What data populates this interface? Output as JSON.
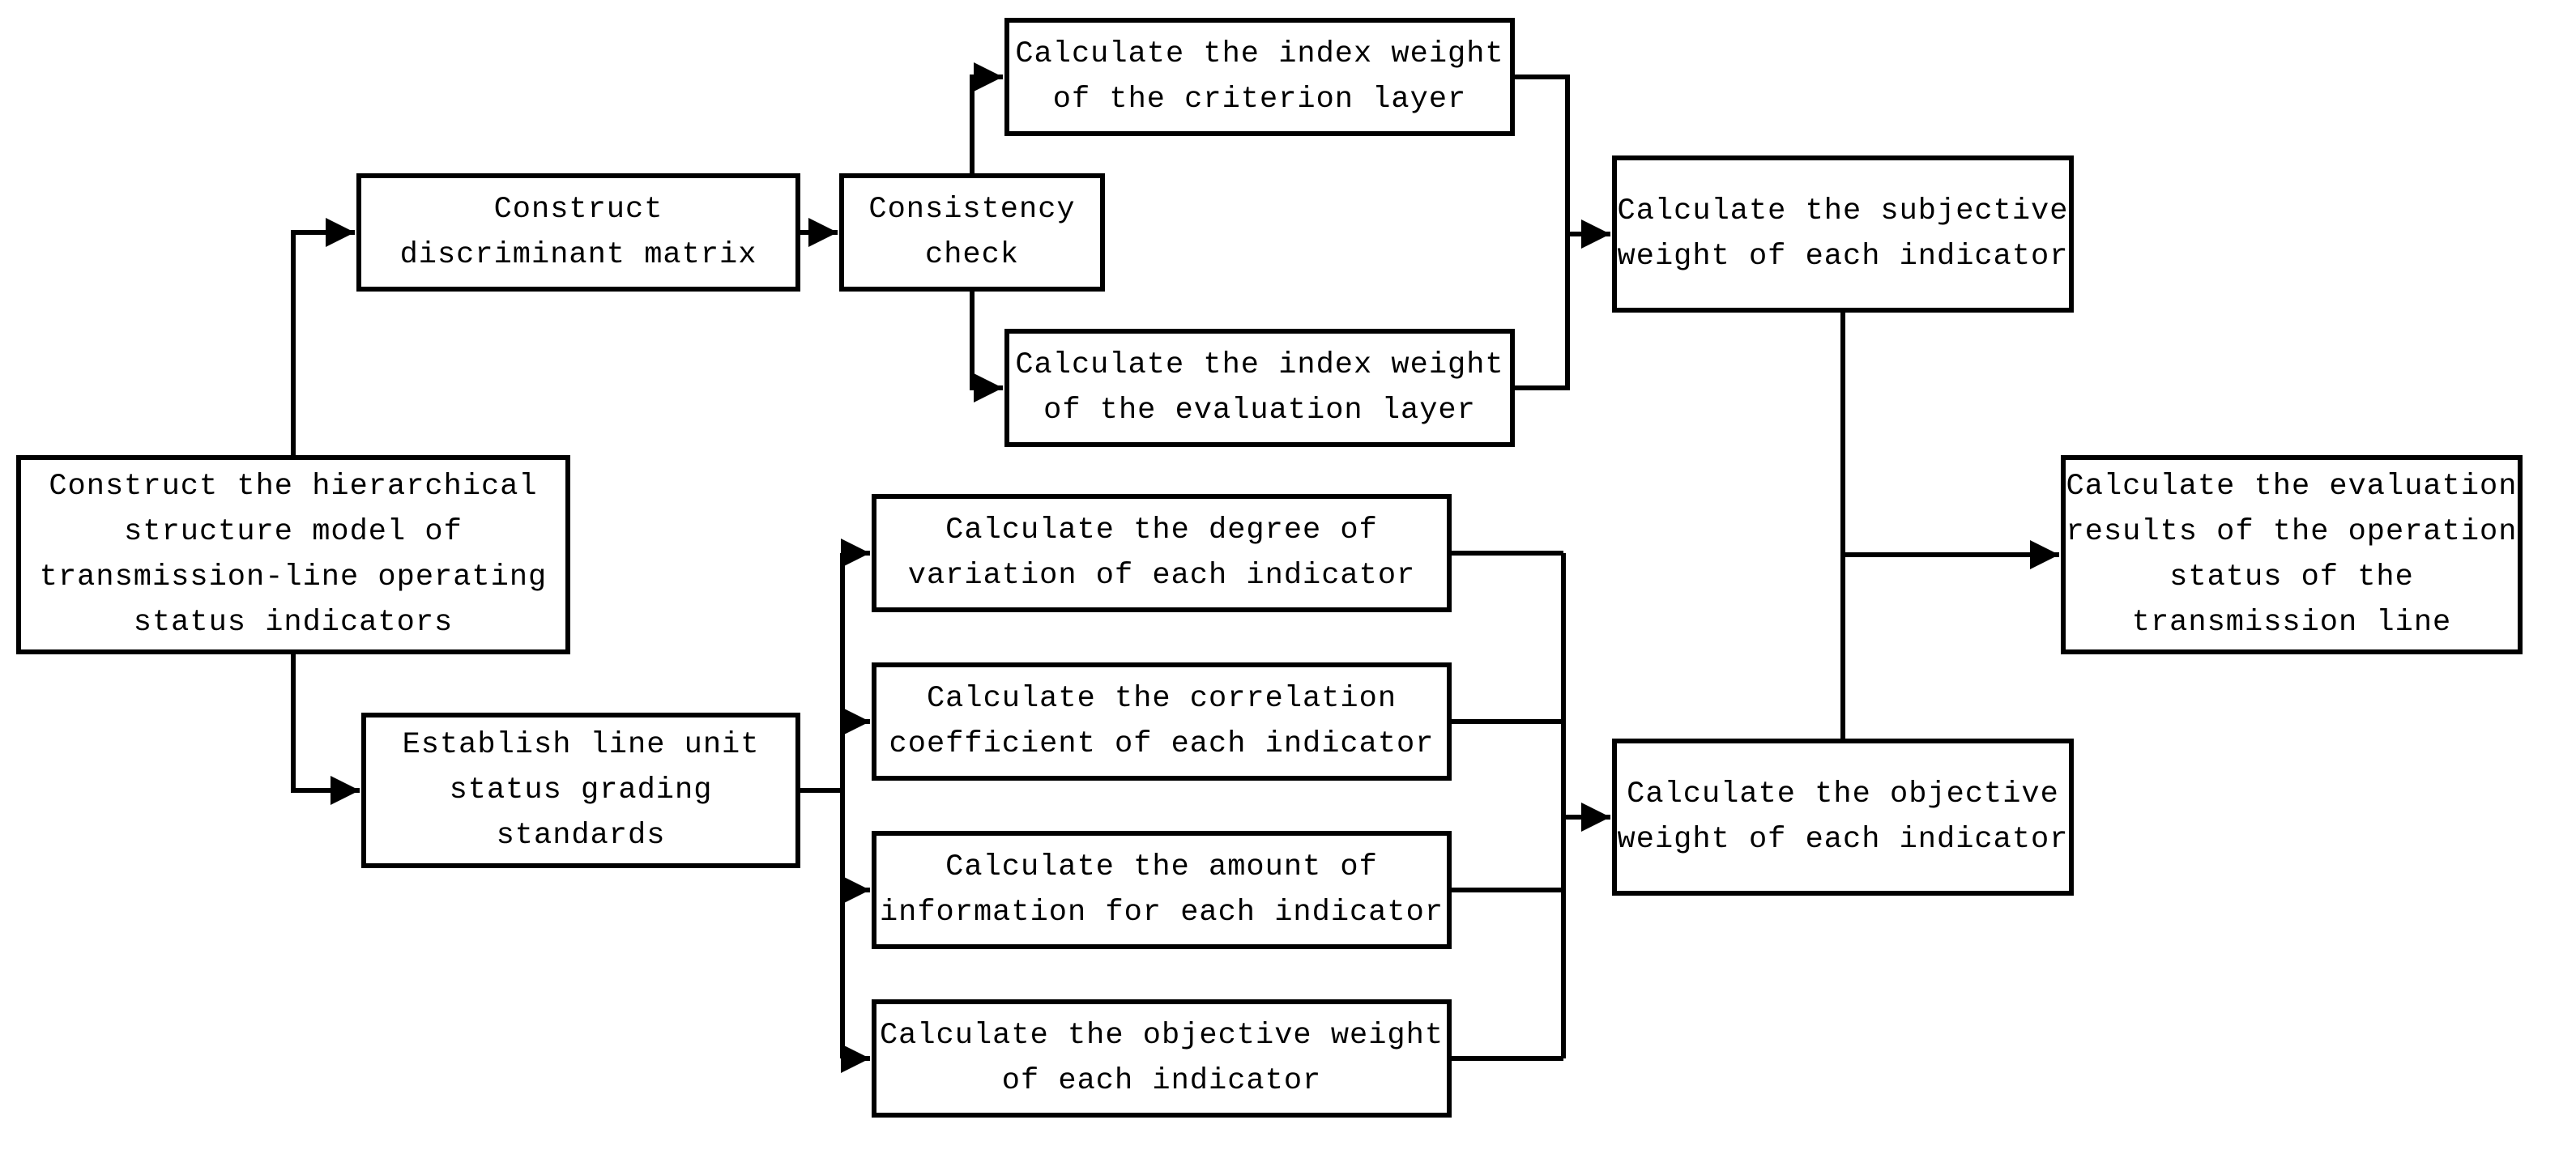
{
  "diagram": {
    "type": "flowchart",
    "background_color": "#ffffff",
    "line_color": "#000000",
    "nodes": [
      {
        "id": "hierarchy",
        "lines": [
          "Construct the hierarchical",
          "structure model of",
          "transmission-line operating",
          "status indicators"
        ]
      },
      {
        "id": "discriminant",
        "lines": [
          "Construct",
          "discriminant matrix"
        ]
      },
      {
        "id": "consistency",
        "lines": [
          "Consistency",
          "check"
        ]
      },
      {
        "id": "criterion",
        "lines": [
          "Calculate the index weight",
          "of the criterion layer"
        ]
      },
      {
        "id": "evallayer",
        "lines": [
          "Calculate the index weight",
          "of the evaluation layer"
        ]
      },
      {
        "id": "subjective",
        "lines": [
          "Calculate the subjective",
          "weight of each indicator"
        ]
      },
      {
        "id": "establish",
        "lines": [
          "Establish line unit",
          "status grading",
          "standards"
        ]
      },
      {
        "id": "degree",
        "lines": [
          "Calculate the degree of",
          "variation of each indicator"
        ]
      },
      {
        "id": "correlation",
        "lines": [
          "Calculate the correlation",
          "coefficient of each indicator"
        ]
      },
      {
        "id": "amount",
        "lines": [
          "Calculate the amount of",
          "information for each indicator"
        ]
      },
      {
        "id": "objsmall",
        "lines": [
          "Calculate the objective weight",
          "of each indicator"
        ]
      },
      {
        "id": "objright",
        "lines": [
          "Calculate the objective",
          "weight of each indicator"
        ]
      },
      {
        "id": "evalresults",
        "lines": [
          "Calculate the evaluation",
          "results of the operation",
          "status of the",
          "transmission line"
        ]
      }
    ],
    "edges": [
      {
        "from": "hierarchy",
        "to": "discriminant"
      },
      {
        "from": "hierarchy",
        "to": "establish"
      },
      {
        "from": "discriminant",
        "to": "consistency"
      },
      {
        "from": "consistency",
        "to": "criterion"
      },
      {
        "from": "consistency",
        "to": "evallayer"
      },
      {
        "from": "criterion",
        "to": "subjective"
      },
      {
        "from": "evallayer",
        "to": "subjective"
      },
      {
        "from": "subjective",
        "to": "evalresults"
      },
      {
        "from": "objright",
        "to": "evalresults"
      },
      {
        "from": "establish",
        "to": "degree"
      },
      {
        "from": "establish",
        "to": "correlation"
      },
      {
        "from": "establish",
        "to": "amount"
      },
      {
        "from": "establish",
        "to": "objsmall"
      },
      {
        "from": "degree",
        "to": "objright"
      },
      {
        "from": "correlation",
        "to": "objright"
      },
      {
        "from": "amount",
        "to": "objright"
      },
      {
        "from": "objsmall",
        "to": "objright"
      }
    ]
  }
}
